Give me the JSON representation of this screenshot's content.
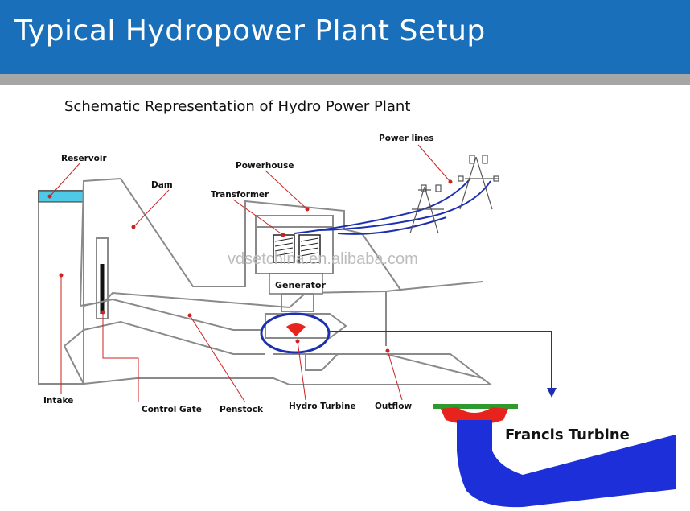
{
  "header": {
    "title": "Typical Hydropower Plant Setup",
    "subtitle": "Schematic Representation of Hydro Power Plant"
  },
  "labels": {
    "reservoir": "Reservoir",
    "dam": "Dam",
    "powerhouse": "Powerhouse",
    "transformer": "Transformer",
    "power_lines": "Power lines",
    "generator": "Generator",
    "intake": "Intake",
    "control_gate": "Control Gate",
    "penstock": "Penstock",
    "hydro_turbine": "Hydro Turbine",
    "outflow": "Outflow",
    "francis_turbine": "Francis Turbine"
  },
  "watermark": "vdsetchina.en.alibaba.com",
  "colors": {
    "header": "#1a6fba",
    "header_bar": "#a6a6a6",
    "water": "#4ec9e6",
    "pointer": "#cc2222",
    "highlight": "#1c2fb0",
    "turbine_body": "#1c2fd8",
    "turbine_runner": "#e8231e",
    "turbine_flange": "#2e9a2e"
  }
}
